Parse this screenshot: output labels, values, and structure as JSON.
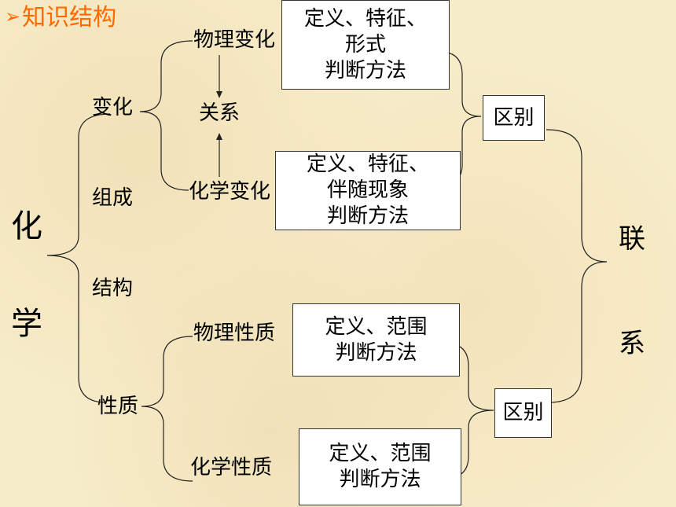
{
  "title": "知识结构",
  "root": [
    "化",
    "学"
  ],
  "branches": [
    "变化",
    "组成",
    "结构",
    "性质"
  ],
  "changes": {
    "physical": "物理变化",
    "chemical": "化学变化",
    "relation": "关系"
  },
  "properties": {
    "physical": "物理性质",
    "chemical": "化学性质"
  },
  "boxes": {
    "physical_change": [
      "定义、特征、",
      "形式",
      "判断方法"
    ],
    "chemical_change": [
      "定义、特征、",
      "伴随现象",
      "判断方法"
    ],
    "physical_property": [
      "定义、范围",
      "判断方法"
    ],
    "chemical_property": [
      "定义、范围",
      "判断方法"
    ]
  },
  "difference_top": "区别",
  "difference_bottom": "区别",
  "link": [
    "联",
    "系"
  ]
}
